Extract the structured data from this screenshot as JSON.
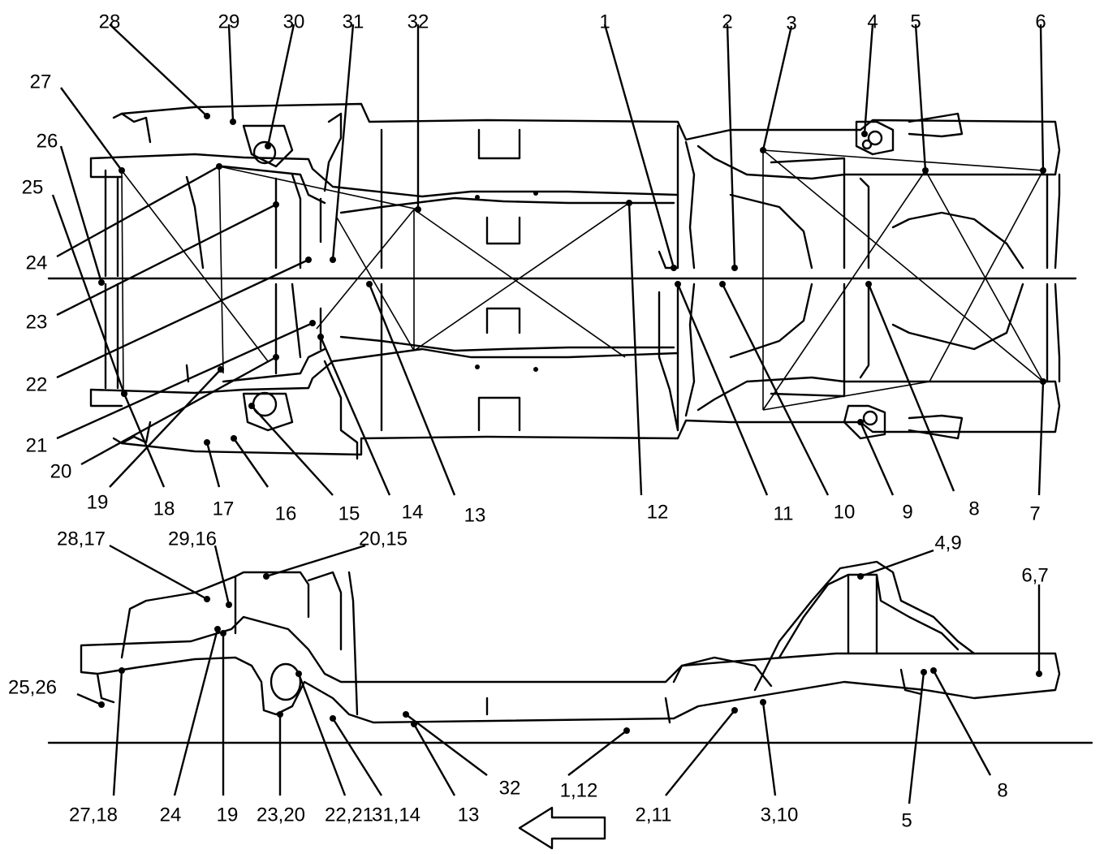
{
  "top_view": {
    "callouts": [
      {
        "id": "c28",
        "label": "28"
      },
      {
        "id": "c29",
        "label": "29"
      },
      {
        "id": "c30",
        "label": "30"
      },
      {
        "id": "c31",
        "label": "31"
      },
      {
        "id": "c32",
        "label": "32"
      },
      {
        "id": "c1",
        "label": "1"
      },
      {
        "id": "c2",
        "label": "2"
      },
      {
        "id": "c3",
        "label": "3"
      },
      {
        "id": "c4",
        "label": "4"
      },
      {
        "id": "c5",
        "label": "5"
      },
      {
        "id": "c6",
        "label": "6"
      },
      {
        "id": "c27",
        "label": "27"
      },
      {
        "id": "c26",
        "label": "26"
      },
      {
        "id": "c25",
        "label": "25"
      },
      {
        "id": "c24",
        "label": "24"
      },
      {
        "id": "c23",
        "label": "23"
      },
      {
        "id": "c22",
        "label": "22"
      },
      {
        "id": "c21",
        "label": "21"
      },
      {
        "id": "c20",
        "label": "20"
      },
      {
        "id": "c19",
        "label": "19"
      },
      {
        "id": "c18",
        "label": "18"
      },
      {
        "id": "c17",
        "label": "17"
      },
      {
        "id": "c16",
        "label": "16"
      },
      {
        "id": "c15",
        "label": "15"
      },
      {
        "id": "c14",
        "label": "14"
      },
      {
        "id": "c13",
        "label": "13"
      },
      {
        "id": "c12",
        "label": "12"
      },
      {
        "id": "c11",
        "label": "11"
      },
      {
        "id": "c10",
        "label": "10"
      },
      {
        "id": "c9",
        "label": "9"
      },
      {
        "id": "c8",
        "label": "8"
      },
      {
        "id": "c7",
        "label": "7"
      }
    ]
  },
  "side_view": {
    "callouts": [
      {
        "id": "s2817",
        "label": "28,17"
      },
      {
        "id": "s2916",
        "label": "29,16"
      },
      {
        "id": "s2015",
        "label": "20,15"
      },
      {
        "id": "s49",
        "label": "4,9"
      },
      {
        "id": "s67",
        "label": "6,7"
      },
      {
        "id": "s2526",
        "label": "25,26"
      },
      {
        "id": "s2718",
        "label": "27,18"
      },
      {
        "id": "s24",
        "label": "24"
      },
      {
        "id": "s19",
        "label": "19"
      },
      {
        "id": "s2320",
        "label": "23,20"
      },
      {
        "id": "s2221",
        "label": "22,21"
      },
      {
        "id": "s3114",
        "label": "31,14"
      },
      {
        "id": "s13",
        "label": "13"
      },
      {
        "id": "s32",
        "label": "32"
      },
      {
        "id": "s112",
        "label": "1,12"
      },
      {
        "id": "s211",
        "label": "2,11"
      },
      {
        "id": "s310",
        "label": "3,10"
      },
      {
        "id": "s5",
        "label": "5"
      },
      {
        "id": "s8",
        "label": "8"
      }
    ]
  },
  "icons": {
    "direction_arrow": "front-arrow-icon"
  }
}
